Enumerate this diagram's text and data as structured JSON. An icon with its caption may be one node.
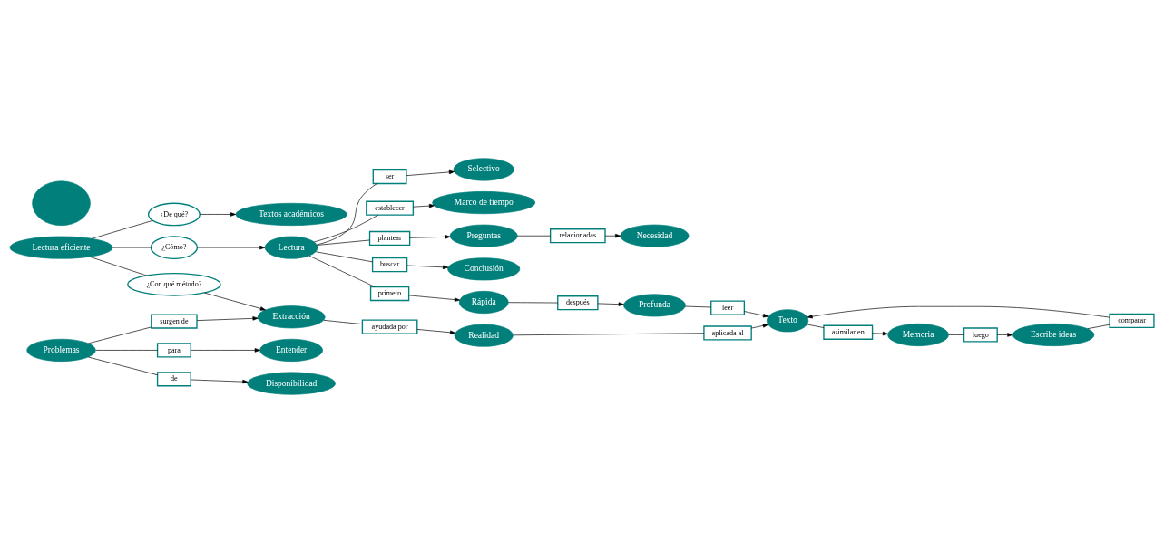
{
  "diagram": {
    "nodes": [
      {
        "text": [
          "Textos académicos"
        ]
      },
      {
        "text": [
          "Selectivo"
        ]
      },
      {
        "text": [
          "Marco de tiempo"
        ]
      },
      {
        "text": [
          "Preguntas"
        ]
      },
      {
        "text": [
          "relacionadas"
        ]
      },
      {
        "text": [
          "Necesidad"
        ]
      },
      {
        "text": [
          "Conclusión"
        ]
      },
      {
        "text": [],
        "shape": "circle"
      },
      {
        "text": [
          "¿De qué?"
        ]
      },
      {
        "text": [
          "ser"
        ]
      },
      {
        "text": [
          "establecer"
        ]
      },
      {
        "text": [
          "plantear"
        ]
      },
      {
        "text": [
          "buscar"
        ]
      },
      {
        "text": [
          "Lectura"
        ]
      },
      {
        "text": [
          "primero"
        ]
      },
      {
        "text": [
          "Rápida"
        ]
      },
      {
        "text": [
          "después"
        ]
      },
      {
        "text": [
          "Profunda"
        ]
      },
      {
        "text": [
          "¿Cómo?"
        ]
      },
      {
        "text": [
          "Lectura eficiente"
        ]
      },
      {
        "text": [
          "Escribe ideas"
        ]
      },
      {
        "text": [
          "luego"
        ]
      },
      {
        "text": [
          "Entender"
        ]
      },
      {
        "text": [
          "para"
        ]
      },
      {
        "text": [
          "Problemas"
        ]
      },
      {
        "text": [
          "Memoria"
        ]
      },
      {
        "text": [
          "leer"
        ]
      },
      {
        "text": [
          "comparar"
        ]
      },
      {
        "text": [
          "de"
        ]
      },
      {
        "text": [
          "Disponibilidad"
        ]
      },
      {
        "text": [
          "surgen de"
        ]
      },
      {
        "text": [
          "¿Con qué método?"
        ]
      },
      {
        "text": [
          "asimilar en"
        ]
      },
      {
        "text": [
          "Extracción"
        ]
      },
      {
        "text": [
          "ayudada por"
        ]
      },
      {
        "text": [
          "Realidad"
        ]
      },
      {
        "text": [
          "aplicada al"
        ]
      },
      {
        "text": [
          "Texto"
        ]
      }
    ],
    "edges": [
      {
        "from": 19,
        "to": 8,
        "arrow": "none"
      },
      {
        "from": 8,
        "to": 0,
        "arrow": "to"
      },
      {
        "from": 19,
        "to": 18,
        "arrow": "none"
      },
      {
        "from": 18,
        "to": 13,
        "arrow": "to"
      },
      {
        "from": 19,
        "to": 31,
        "arrow": "none"
      },
      {
        "from": 31,
        "to": 33,
        "arrow": "to"
      },
      {
        "from": 13,
        "to": 9,
        "arrow": "none"
      },
      {
        "from": 9,
        "to": 1,
        "arrow": "to"
      },
      {
        "from": 13,
        "to": 10,
        "arrow": "none"
      },
      {
        "from": 10,
        "to": 2,
        "arrow": "to"
      },
      {
        "from": 13,
        "to": 11,
        "arrow": "none"
      },
      {
        "from": 11,
        "to": 3,
        "arrow": "to"
      },
      {
        "from": 13,
        "to": 12,
        "arrow": "none"
      },
      {
        "from": 12,
        "to": 6,
        "arrow": "to"
      },
      {
        "from": 3,
        "to": 4,
        "arrow": "none"
      },
      {
        "from": 4,
        "to": 5,
        "arrow": "to"
      },
      {
        "from": 13,
        "to": 14,
        "arrow": "none"
      },
      {
        "from": 14,
        "to": 15,
        "arrow": "to"
      },
      {
        "from": 15,
        "to": 16,
        "arrow": "none"
      },
      {
        "from": 16,
        "to": 17,
        "arrow": "to"
      },
      {
        "from": 17,
        "to": 26,
        "arrow": "none"
      },
      {
        "from": 26,
        "to": 37,
        "arrow": "to"
      },
      {
        "from": 24,
        "to": 30,
        "arrow": "none"
      },
      {
        "from": 30,
        "to": 33,
        "arrow": "to"
      },
      {
        "from": 24,
        "to": 23,
        "arrow": "none"
      },
      {
        "from": 23,
        "to": 22,
        "arrow": "to"
      },
      {
        "from": 24,
        "to": 28,
        "arrow": "none"
      },
      {
        "from": 28,
        "to": 29,
        "arrow": "to"
      },
      {
        "from": 33,
        "to": 34,
        "arrow": "none"
      },
      {
        "from": 34,
        "to": 35,
        "arrow": "to"
      },
      {
        "from": 35,
        "to": 36,
        "arrow": "none"
      },
      {
        "from": 36,
        "to": 37,
        "arrow": "to"
      },
      {
        "from": 37,
        "to": 32,
        "arrow": "none"
      },
      {
        "from": 32,
        "to": 25,
        "arrow": "to"
      },
      {
        "from": 25,
        "to": 21,
        "arrow": "none"
      },
      {
        "from": 21,
        "to": 20,
        "arrow": "to"
      },
      {
        "from": 20,
        "to": 27,
        "arrow": "none"
      },
      {
        "from": 27,
        "to": 37,
        "arrow": "to"
      }
    ]
  }
}
